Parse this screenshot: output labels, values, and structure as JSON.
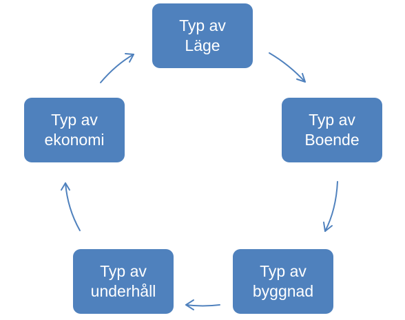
{
  "diagram": {
    "type": "cycle",
    "accent_color": "#4f81bd",
    "text_color": "#ffffff",
    "nodes": [
      {
        "id": "lage",
        "label": "Typ av\nLäge"
      },
      {
        "id": "boende",
        "label": "Typ av\nBoende"
      },
      {
        "id": "byggnad",
        "label": "Typ av\nbyggnad"
      },
      {
        "id": "underhall",
        "label": "Typ av\nunderhåll"
      },
      {
        "id": "ekonomi",
        "label": "Typ av\nekonomi"
      }
    ],
    "edges": [
      {
        "from": "lage",
        "to": "boende"
      },
      {
        "from": "boende",
        "to": "byggnad"
      },
      {
        "from": "byggnad",
        "to": "underhall"
      },
      {
        "from": "underhall",
        "to": "ekonomi"
      },
      {
        "from": "ekonomi",
        "to": "lage"
      }
    ]
  }
}
